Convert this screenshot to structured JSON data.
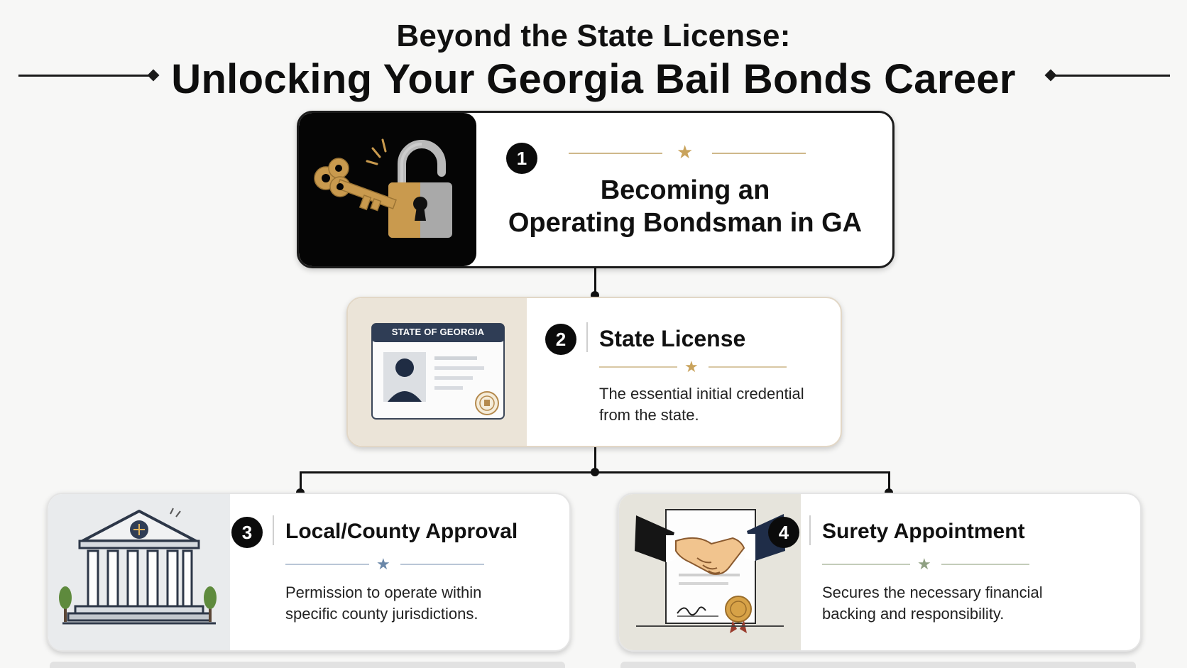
{
  "title": {
    "subtitle": "Beyond the State License:",
    "main": "Unlocking Your Georgia Bail Bonds Career"
  },
  "steps": [
    {
      "number": "1",
      "title_line1": "Becoming an",
      "title_line2": "Operating Bondsman in GA",
      "accent": "#c9a35c",
      "icon": "key-unlocking-padlock-icon"
    },
    {
      "number": "2",
      "title": "State License",
      "description_line1": "The essential initial credential",
      "description_line2": "from the state.",
      "badge_text": "STATE OF GEORGIA",
      "accent": "#c9a35c",
      "icon": "georgia-id-card-icon"
    },
    {
      "number": "3",
      "title": "Local/County Approval",
      "description_line1": "Permission to operate within",
      "description_line2": "specific county jurisdictions.",
      "accent": "#6a87a8",
      "icon": "courthouse-icon"
    },
    {
      "number": "4",
      "title": "Surety Appointment",
      "description_line1": "Secures the necessary financial",
      "description_line2": "backing and responsibility.",
      "accent": "#8fa082",
      "icon": "handshake-contract-icon"
    }
  ],
  "colors": {
    "line": "#111111",
    "gold": "#c9a35c",
    "blue": "#6a87a8",
    "sage": "#8fa082"
  },
  "star_glyph": "★"
}
